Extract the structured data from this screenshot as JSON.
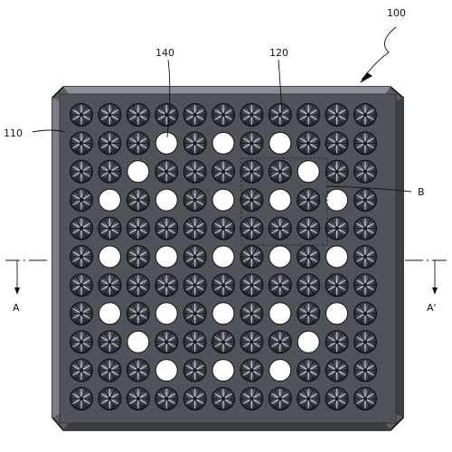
{
  "labels": {
    "device": "100",
    "substrate": "110",
    "contact": "120",
    "opening": "140",
    "region": "B",
    "section_left": "A",
    "section_right": "A'"
  },
  "grid": {
    "rows": 11,
    "cols": 11,
    "open_cells": [
      [
        1,
        3
      ],
      [
        1,
        5
      ],
      [
        1,
        7
      ],
      [
        2,
        2
      ],
      [
        2,
        8
      ],
      [
        3,
        1
      ],
      [
        3,
        3
      ],
      [
        3,
        5
      ],
      [
        3,
        7
      ],
      [
        3,
        9
      ],
      [
        5,
        1
      ],
      [
        5,
        3
      ],
      [
        5,
        5
      ],
      [
        5,
        7
      ],
      [
        5,
        9
      ],
      [
        7,
        1
      ],
      [
        7,
        3
      ],
      [
        7,
        5
      ],
      [
        7,
        7
      ],
      [
        7,
        9
      ],
      [
        8,
        2
      ],
      [
        8,
        8
      ],
      [
        9,
        3
      ],
      [
        9,
        5
      ],
      [
        9,
        7
      ]
    ]
  }
}
